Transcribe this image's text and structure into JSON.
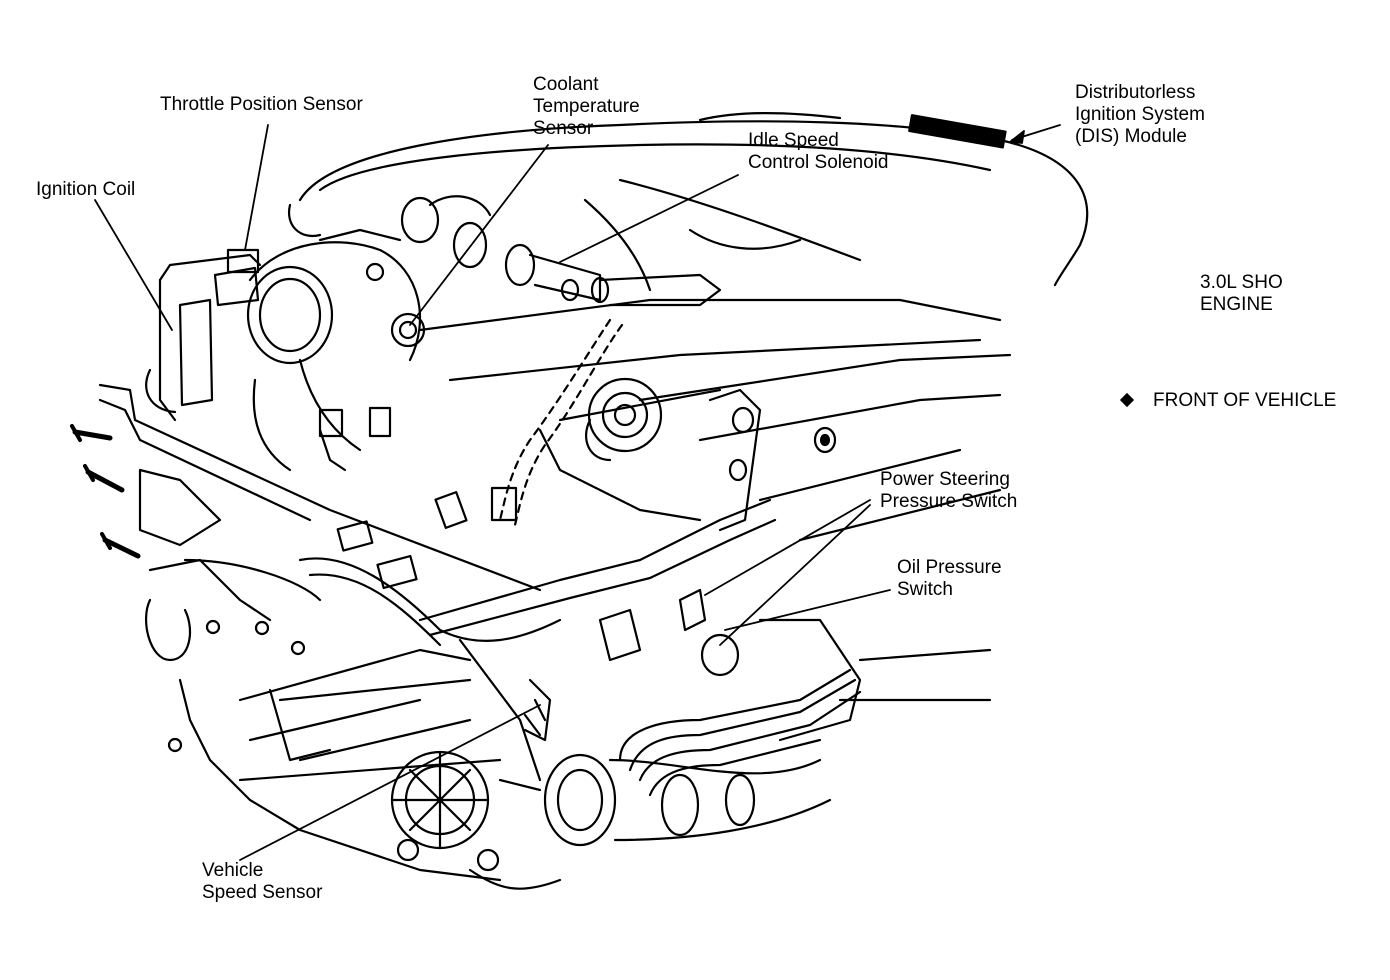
{
  "labels": {
    "throttle_position_sensor": "Throttle Position Sensor",
    "coolant_temperature_sensor": "Coolant\nTemperature\nSensor",
    "idle_speed_control_solenoid": "Idle Speed\nControl Solenoid",
    "dis_module": "Distributorless\nIgnition System\n(DIS) Module",
    "ignition_coil": "Ignition Coil",
    "engine_name": "3.0L SHO\nENGINE",
    "front_of_vehicle": "FRONT OF VEHICLE",
    "power_steering_pressure_switch": "Power Steering\nPressure Switch",
    "oil_pressure_switch": "Oil Pressure\nSwitch",
    "vehicle_speed_sensor": "Vehicle\nSpeed Sensor"
  },
  "colors": {
    "ink": "#000000",
    "paper": "#ffffff"
  },
  "legend_marker_icon": "filled-diamond"
}
